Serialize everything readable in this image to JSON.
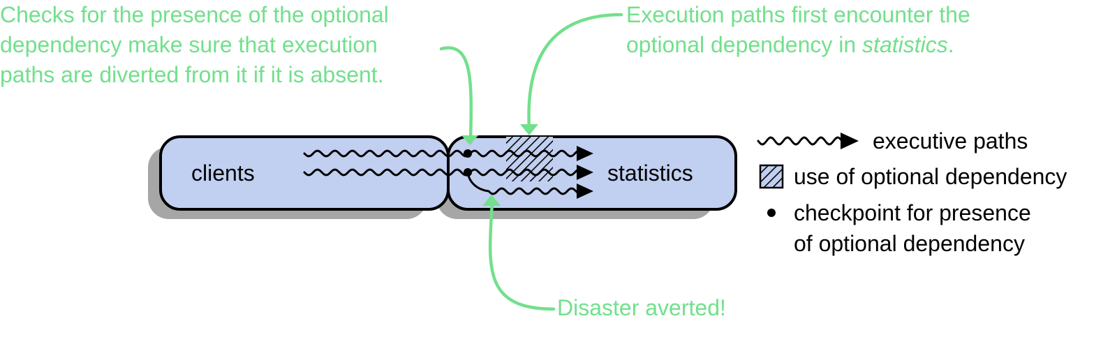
{
  "callouts": {
    "checks": {
      "line1": "Checks for the presence of the optional",
      "line2": "dependency make sure that execution",
      "line3": "paths are diverted from it if it is absent."
    },
    "first_encounter": {
      "line1": "Execution paths first encounter the",
      "line2_prefix": "optional dependency in ",
      "line2_emph": "statistics",
      "line2_suffix": "."
    },
    "averted": "Disaster averted!"
  },
  "boxes": {
    "clients": "clients",
    "statistics": "statistics"
  },
  "legend": {
    "paths": "executive paths",
    "optional_use": "use of optional dependency",
    "checkpoint_line1": "checkpoint for presence",
    "checkpoint_line2": "of optional dependency"
  },
  "colors": {
    "callout_green": "#72e08c",
    "box_fill": "#c1cff0",
    "shadow": "#a6a6a6",
    "ink": "#000000"
  }
}
